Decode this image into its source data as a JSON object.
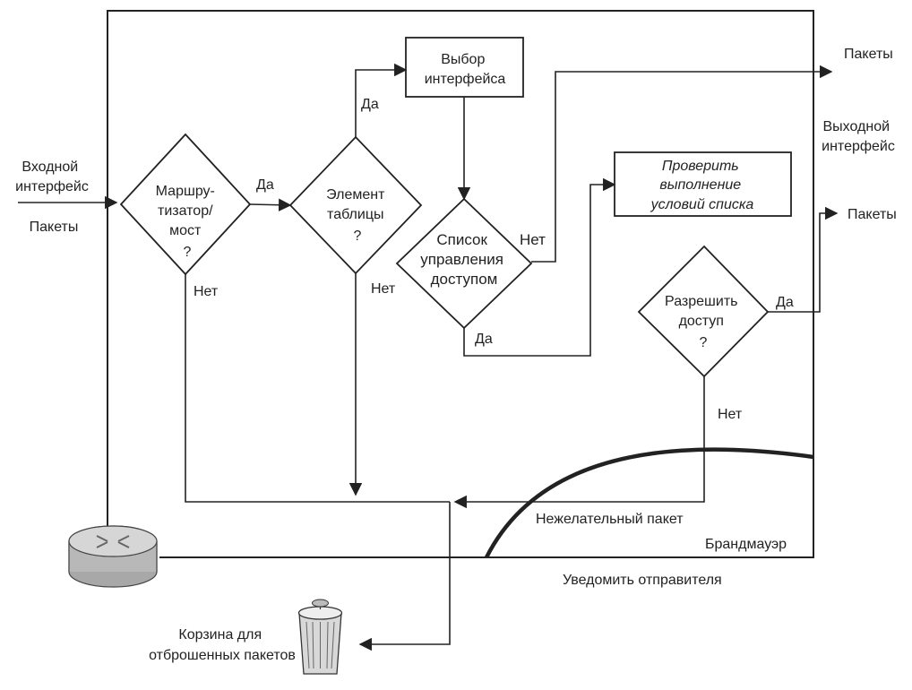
{
  "labels": {
    "input_interface": [
      "Входной",
      "интерфейс"
    ],
    "input_packets": "Пакеты",
    "router_bridge": [
      "Маршру-",
      "тизатор/",
      "мост",
      "?"
    ],
    "table_entry": [
      "Элемент",
      "таблицы",
      "?"
    ],
    "interface_select": [
      "Выбор",
      "интерфейса"
    ],
    "acl": [
      "Список",
      "управления",
      "доступом"
    ],
    "check_conditions": [
      "Проверить",
      "выполнение",
      "условий списка"
    ],
    "permit_access": [
      "Разрешить",
      "доступ",
      "?"
    ],
    "yes": "Да",
    "no": "Нет",
    "output_packets_top": "Пакеты",
    "output_interface": [
      "Выходной",
      "интерфейс"
    ],
    "output_packets_right": "Пакеты",
    "unwanted_packet": "Нежелательный пакет",
    "firewall": "Брандмауэр",
    "notify_sender": "Уведомить отправителя",
    "trash": [
      "Корзина для",
      "отброшенных пакетов"
    ]
  },
  "colors": {
    "line": "#222222",
    "router_body": "#c8c8c8",
    "trash_body": "#d8d8d8"
  },
  "icons": [
    "router-icon",
    "trash-can-icon"
  ]
}
